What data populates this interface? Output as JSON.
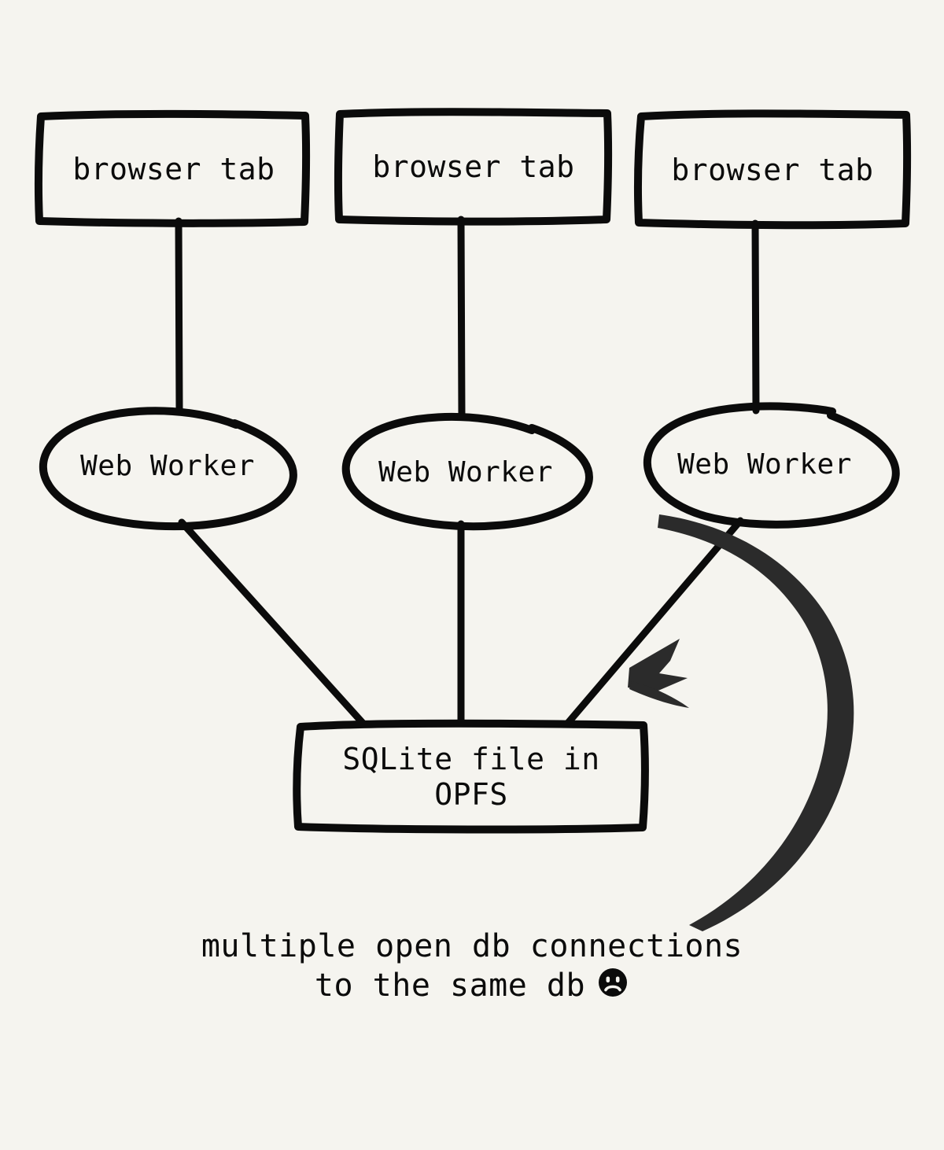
{
  "diagram": {
    "title": "multiple open db connections to the same db",
    "background_color": "#F5F4EF",
    "stroke_color": "#0B0B0B",
    "arrow_color": "#2B2B2B",
    "tabs": [
      {
        "label": "browser tab"
      },
      {
        "label": "browser tab"
      },
      {
        "label": "browser tab"
      }
    ],
    "workers": [
      {
        "label": "Web Worker"
      },
      {
        "label": "Web Worker"
      },
      {
        "label": "Web Worker"
      }
    ],
    "store": {
      "label": "SQLite file in\nOPFS",
      "line1": "SQLite file in",
      "line2": "OPFS"
    },
    "caption": {
      "line1": "multiple open db connections",
      "line2": "to the same db",
      "emoji": "☹"
    }
  }
}
